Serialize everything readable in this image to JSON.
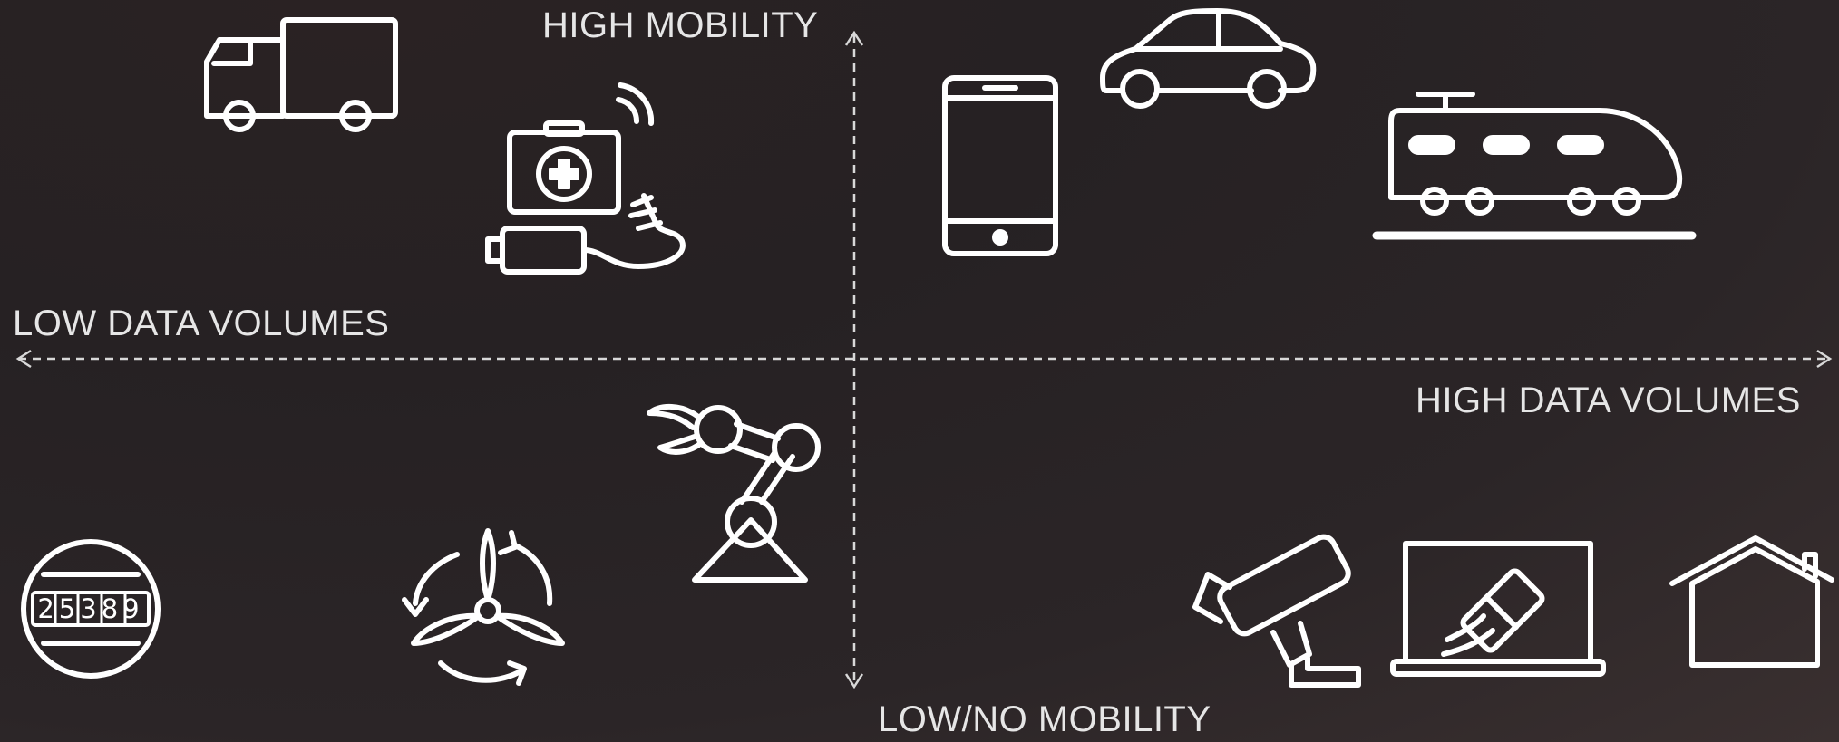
{
  "axes": {
    "top_label": "HIGH MOBILITY",
    "bottom_label": "LOW/NO MOBILITY",
    "left_label": "LOW DATA VOLUMES",
    "right_label": "HIGH DATA VOLUMES"
  },
  "icons": {
    "truck": "truck-icon",
    "medical_kit": "medical-kit-icon",
    "phone": "smartphone-icon",
    "car": "car-icon",
    "train": "train-icon",
    "robot_arm": "robot-arm-icon",
    "meter": "utility-meter-icon",
    "wind_turbine": "wind-turbine-icon",
    "camera": "security-camera-icon",
    "laptop": "laptop-payment-icon",
    "house": "smart-home-icon"
  },
  "meter": {
    "reading": "25389"
  },
  "colors": {
    "foreground": "#ffffff",
    "background": "#282224"
  }
}
